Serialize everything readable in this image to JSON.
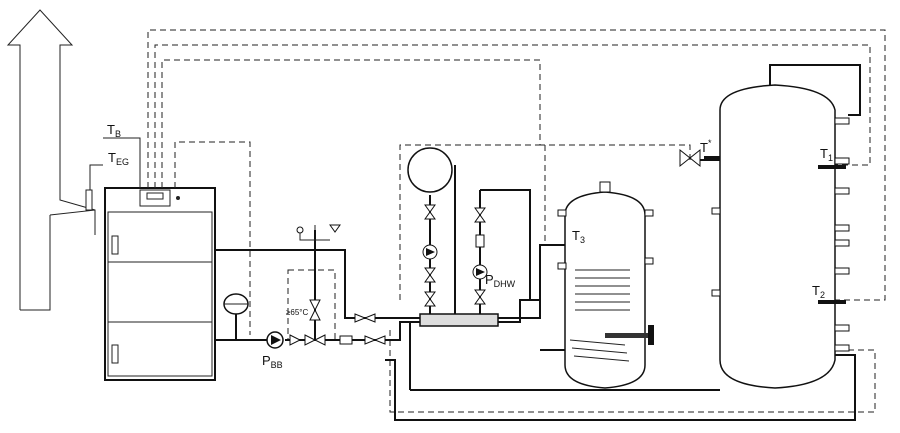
{
  "labels": {
    "tb": "T",
    "tb_sub": "B",
    "teg": "T",
    "teg_sub": "EG",
    "t_star": "T",
    "t_star_sup": "*",
    "t1": "T",
    "t1_sub": "1",
    "t2": "T",
    "t2_sub": "2",
    "t3": "T",
    "t3_sub": "3",
    "pbb": "P",
    "pbb_sub": "BB",
    "pdhw": "P",
    "pdhw_sub": "DHW",
    "mix_temp": "≥65°C"
  },
  "colors": {
    "line": "#111111",
    "background": "#ffffff"
  },
  "icons": {
    "chimney": "up-arrow-chimney",
    "boiler": "solid-fuel-boiler",
    "expansion_vessel": "expansion-vessel",
    "pump": "circulation-pump",
    "valve": "two-way-valve",
    "buffer_tank": "buffer-tank",
    "dhw_tank": "dhw-cylinder"
  }
}
